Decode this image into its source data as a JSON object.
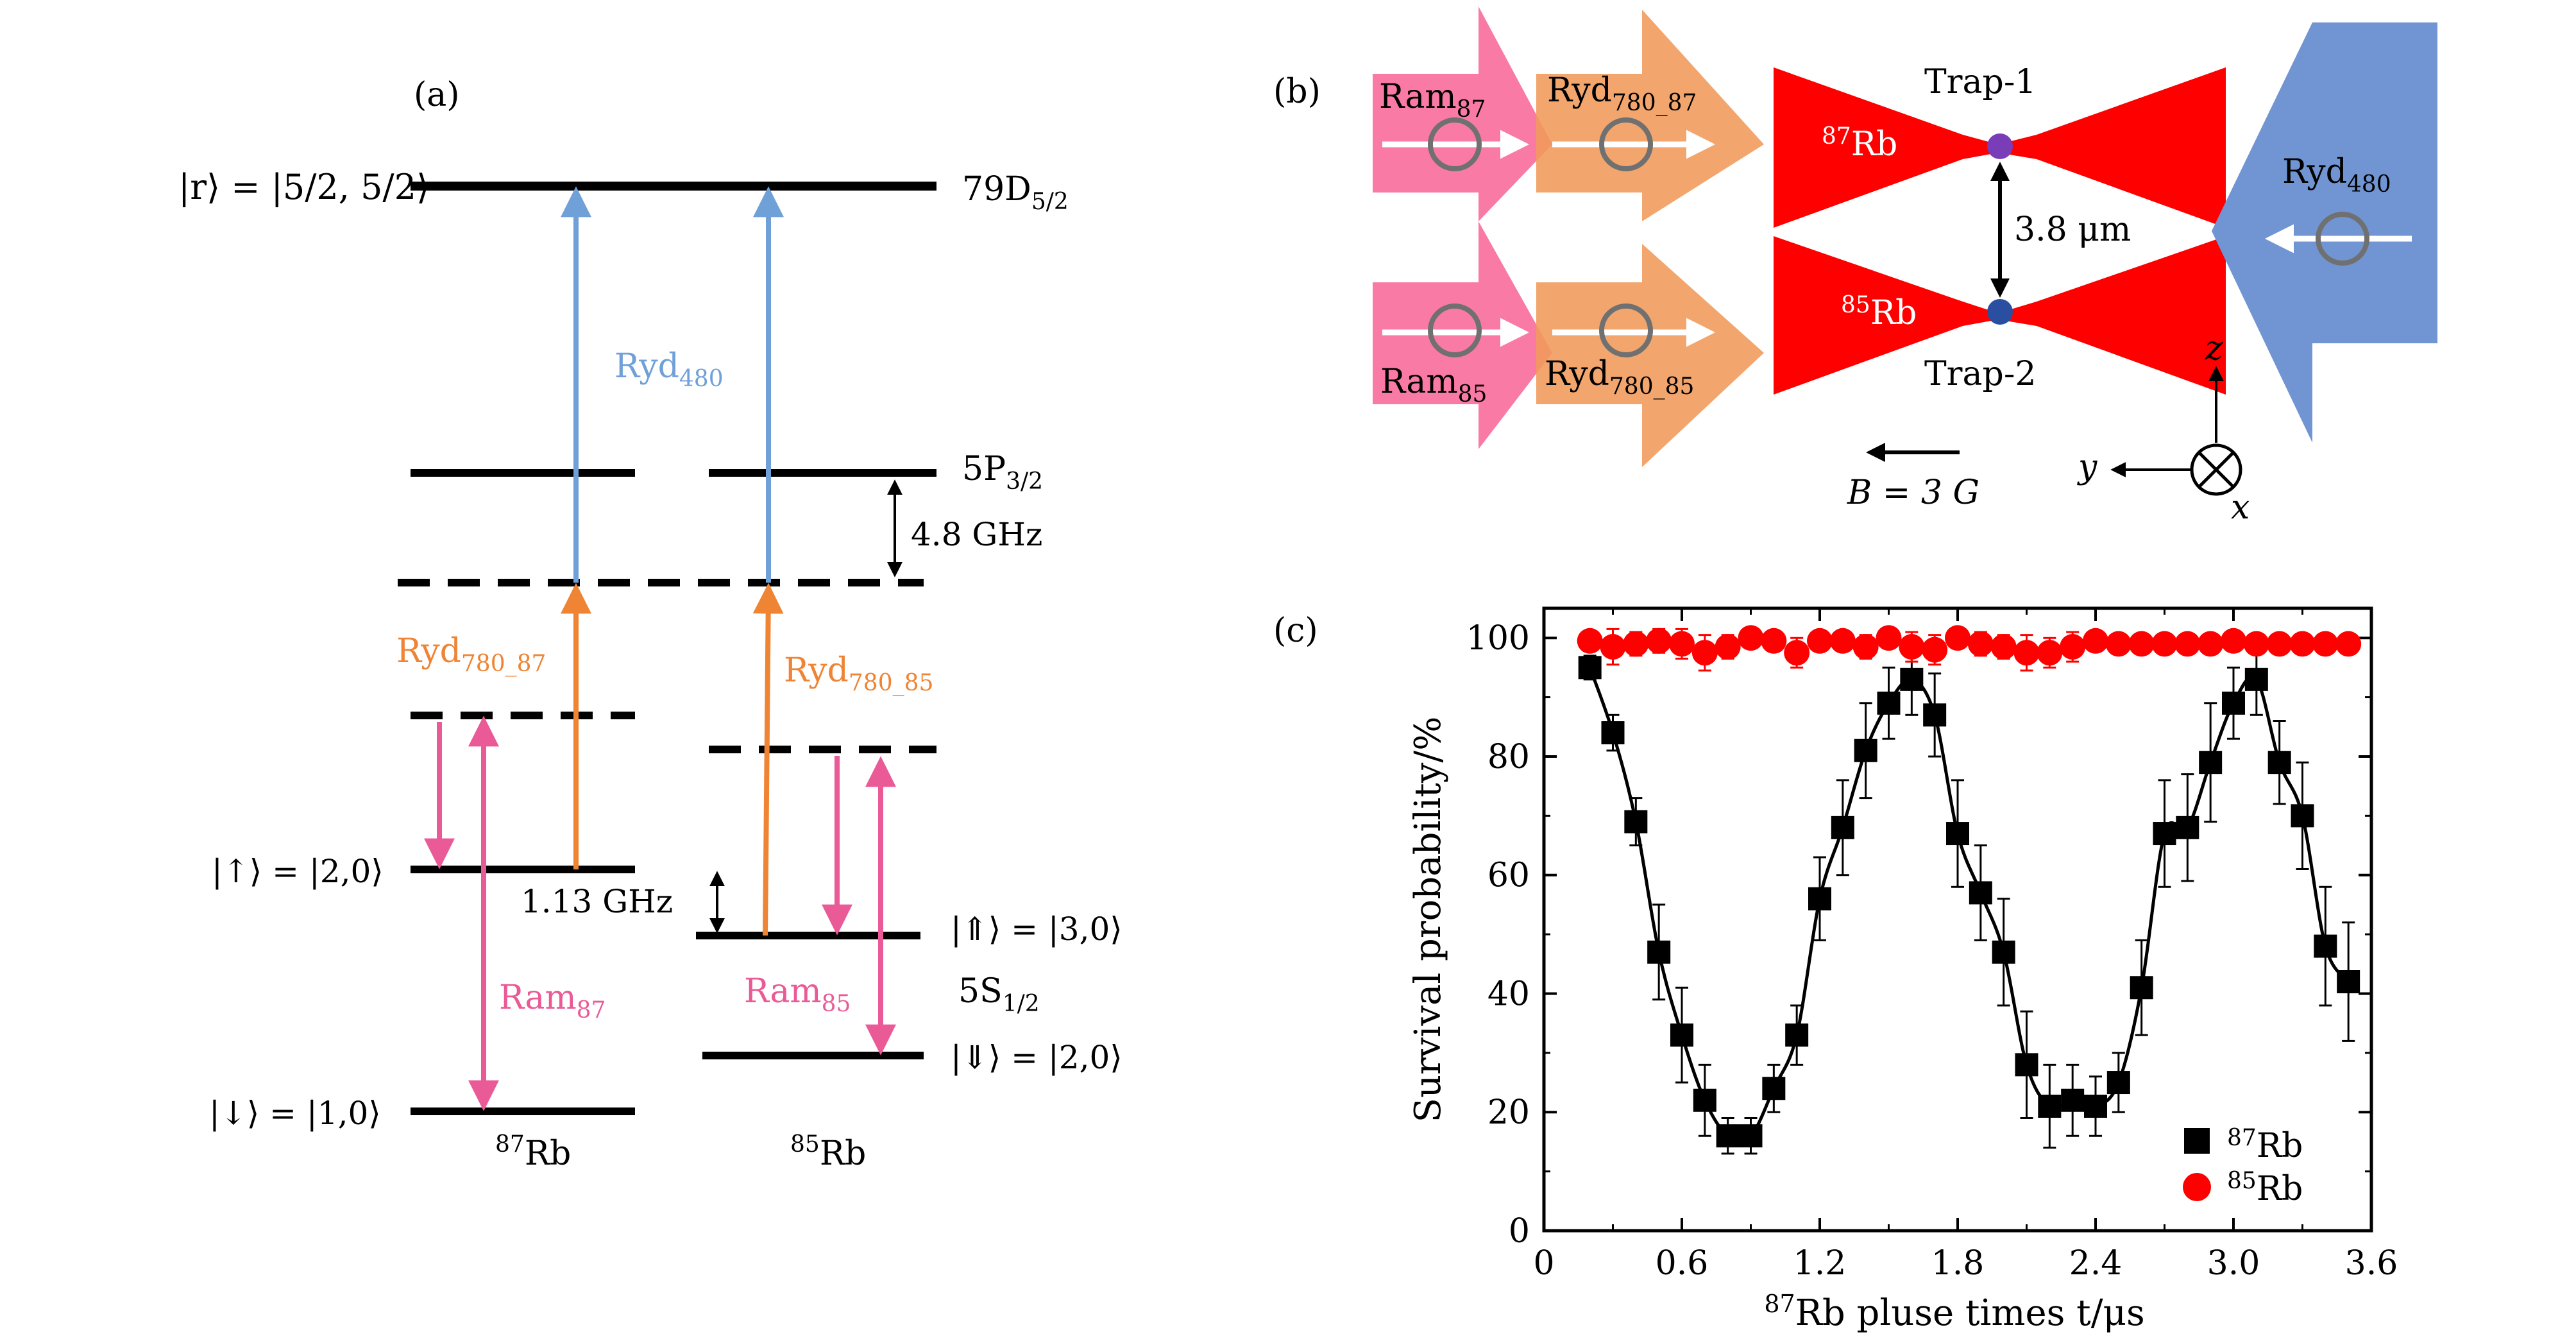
{
  "panel_a": {
    "label": "(a)",
    "rydberg_state": "|r⟩ = |5/2, 5/2⟩",
    "level_79d": "79D",
    "level_79d_sub": "5/2",
    "level_5p": "5P",
    "level_5p_sub": "3/2",
    "detuning": "4.8 GHz",
    "ryd480": "Ryd",
    "ryd480_sub": "480",
    "ryd780_87": "Ryd",
    "ryd780_87_sub": "780_87",
    "ryd780_85": "Ryd",
    "ryd780_85_sub": "780_85",
    "up_state": "|↑⟩ = |2,0⟩",
    "down_state": "|↓⟩ = |1,0⟩",
    "splitting": "1.13 GHz",
    "uparrow_state": "|⇑⟩ = |3,0⟩",
    "downarrow_state": "|⇓⟩ = |2,0⟩",
    "level_5s": "5S",
    "level_5s_sub": "1/2",
    "ram87": "Ram",
    "ram87_sub": "87",
    "ram85": "Ram",
    "ram85_sub": "85",
    "rb87": "Rb",
    "rb87_sup": "87",
    "rb85": "Rb",
    "rb85_sup": "85",
    "colors": {
      "ryd480": "#6fa0d8",
      "ryd780": "#ee8434",
      "ram": "#ea5a96"
    }
  },
  "panel_b": {
    "label": "(b)",
    "ram87": "Ram",
    "ram87_sub": "87",
    "ram85": "Ram",
    "ram85_sub": "85",
    "ryd780_87": "Ryd",
    "ryd780_87_sub": "780_87",
    "ryd780_85": "Ryd",
    "ryd780_85_sub": "780_85",
    "ryd480": "Ryd",
    "ryd480_sub": "480",
    "trap1": "Trap-1",
    "trap2": "Trap-2",
    "atom87": "Rb",
    "atom87_sup": "87",
    "atom85": "Rb",
    "atom85_sup": "85",
    "spacing": "3.8 μm",
    "field": "B = 3 G",
    "axis_z": "z",
    "axis_y": "y",
    "axis_x": "x",
    "colors": {
      "ram": "#f9739f",
      "ryd780": "#f09a5a",
      "trap": "#ff0000",
      "ryd480": "#7095d2",
      "atom87": "#7a3db8",
      "atom85": "#2a4fa0"
    }
  },
  "panel_c": {
    "label": "(c)"
  },
  "chart_data": {
    "type": "scatter",
    "xlabel": "Rb pluse times t/μs",
    "xlabel_sup": "87",
    "ylabel": "Survival probability/%",
    "xlim": [
      0,
      3.6
    ],
    "ylim": [
      0,
      105
    ],
    "xticks": [
      0,
      0.6,
      1.2,
      1.8,
      2.4,
      3.0,
      3.6
    ],
    "xtick_labels": [
      "0",
      "0.6",
      "1.2",
      "1.8",
      "2.4",
      "3.0",
      "3.6"
    ],
    "yticks": [
      0,
      20,
      40,
      60,
      80,
      100
    ],
    "ytick_labels": [
      "0",
      "20",
      "40",
      "60",
      "80",
      "100"
    ],
    "legend_position": "bottom-right",
    "series": [
      {
        "name": "Rb",
        "name_sup": "87",
        "marker": "square",
        "color": "#000000",
        "x": [
          0.2,
          0.3,
          0.4,
          0.5,
          0.6,
          0.7,
          0.8,
          0.9,
          1.0,
          1.1,
          1.2,
          1.3,
          1.4,
          1.5,
          1.6,
          1.7,
          1.8,
          1.9,
          2.0,
          2.1,
          2.2,
          2.3,
          2.4,
          2.5,
          2.6,
          2.7,
          2.8,
          2.9,
          3.0,
          3.1,
          3.2,
          3.3,
          3.4,
          3.5
        ],
        "y": [
          95,
          84,
          69,
          47,
          33,
          22,
          16,
          16,
          24,
          33,
          56,
          68,
          81,
          89,
          93,
          87,
          67,
          57,
          47,
          28,
          21,
          22,
          21,
          25,
          41,
          67,
          68,
          79,
          89,
          93,
          79,
          70,
          48,
          42
        ],
        "err": [
          2,
          3,
          4,
          8,
          8,
          6,
          3,
          3,
          4,
          5,
          7,
          8,
          8,
          6,
          6,
          7,
          9,
          8,
          9,
          9,
          7,
          6,
          5,
          5,
          8,
          9,
          9,
          10,
          6,
          6,
          7,
          9,
          10,
          10
        ]
      },
      {
        "name": "Rb",
        "name_sup": "85",
        "marker": "circle",
        "color": "#ff0000",
        "x": [
          0.2,
          0.3,
          0.4,
          0.5,
          0.6,
          0.7,
          0.8,
          0.9,
          1.0,
          1.1,
          1.2,
          1.3,
          1.4,
          1.5,
          1.6,
          1.7,
          1.8,
          1.9,
          2.0,
          2.1,
          2.2,
          2.3,
          2.4,
          2.5,
          2.6,
          2.7,
          2.8,
          2.9,
          3.0,
          3.1,
          3.2,
          3.3,
          3.4,
          3.5
        ],
        "y": [
          99.5,
          98.5,
          99,
          99.5,
          99,
          97.5,
          98.5,
          100,
          99.5,
          97.5,
          99.5,
          99.5,
          98.5,
          100,
          98.5,
          98,
          100,
          99,
          98.5,
          97.5,
          97.5,
          98.5,
          99.5,
          99,
          99,
          99,
          99,
          99,
          99.5,
          99,
          99,
          99,
          99,
          99
        ],
        "err": [
          1.5,
          3,
          2,
          2,
          2.5,
          3,
          2,
          1.5,
          1.5,
          2.5,
          1.5,
          1.5,
          2,
          1,
          2.5,
          2.5,
          1,
          2,
          2,
          3,
          2.5,
          2.5,
          1.5,
          1.5,
          1,
          1,
          1,
          1,
          1.5,
          1,
          1.5,
          1.5,
          1,
          1
        ]
      }
    ],
    "fit": {
      "type": "line",
      "color": "#000000"
    }
  }
}
